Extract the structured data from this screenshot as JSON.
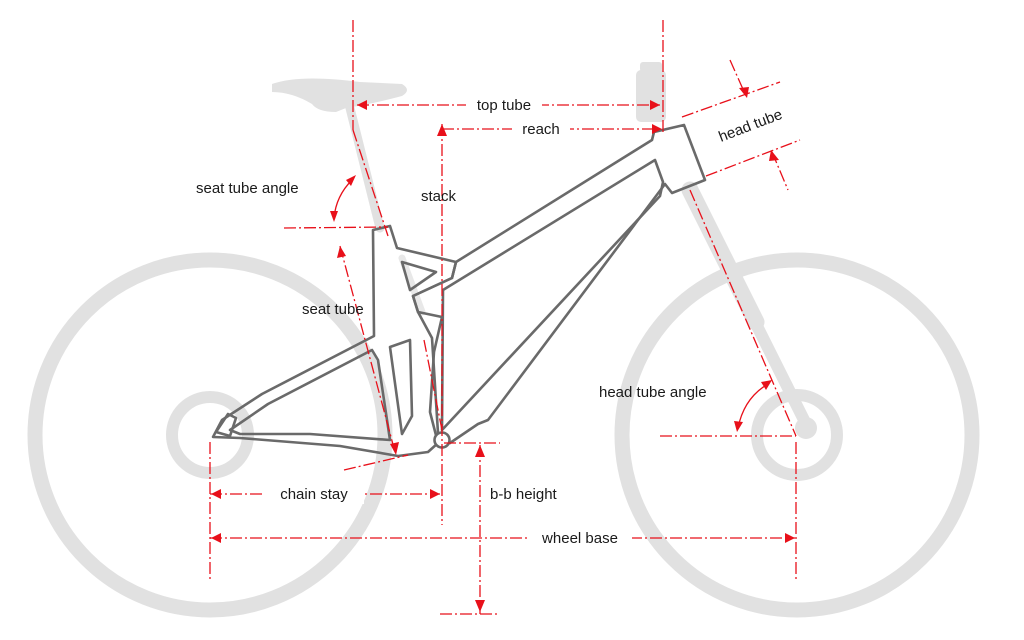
{
  "labels": {
    "top_tube": "top tube",
    "reach": "reach",
    "head_tube": "head tube",
    "seat_tube_angle": "seat tube angle",
    "stack": "stack",
    "seat_tube": "seat tube",
    "head_tube_angle": "head tube angle",
    "chain_stay": "chain stay",
    "bb_height": "b-b height",
    "wheel_base": "wheel base"
  },
  "colors": {
    "dimension_line": "#e8101a",
    "frame_outline": "#6a6a6a",
    "ghost_parts": "#e1e1e1",
    "text": "#1a1a1a"
  }
}
